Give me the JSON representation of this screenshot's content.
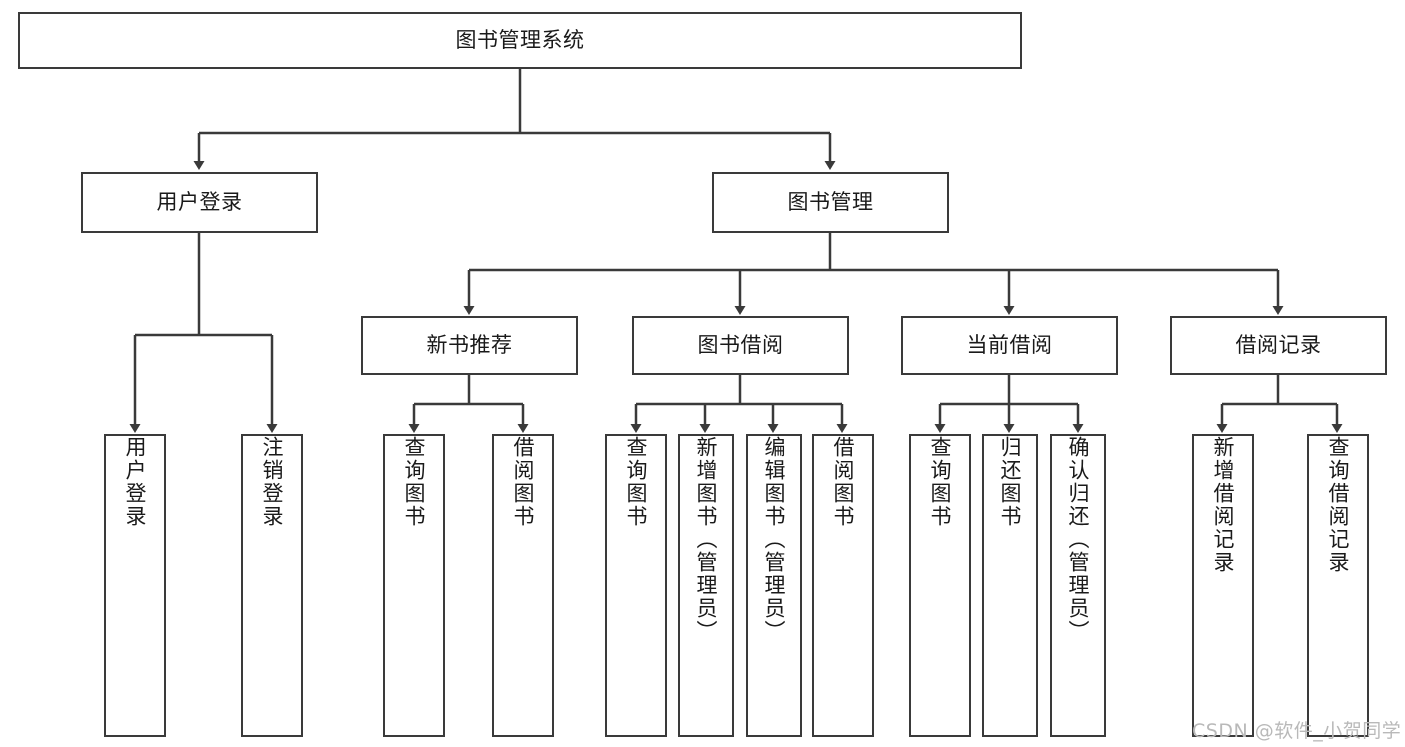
{
  "diagram": {
    "title": "图书管理系统",
    "type": "tree-hierarchy",
    "watermark": "CSDN @软件_小贺同学",
    "colors": {
      "background": "#ffffff",
      "box_border": "#3a3a3a",
      "box_fill": "#ffffff",
      "text": "#1a1a1a",
      "edge": "#3a3a3a",
      "watermark": "#b9b9b9"
    },
    "root": {
      "label": "图书管理系统"
    },
    "level2": [
      {
        "id": "user-login",
        "label": "用户登录"
      },
      {
        "id": "book-management",
        "label": "图书管理"
      }
    ],
    "level3": [
      {
        "id": "new-book-recommend",
        "label": "新书推荐"
      },
      {
        "id": "book-borrow",
        "label": "图书借阅"
      },
      {
        "id": "current-borrow",
        "label": "当前借阅"
      },
      {
        "id": "borrow-record",
        "label": "借阅记录"
      }
    ],
    "leaves": {
      "user-login": [
        {
          "id": "leaf-user-login",
          "label": "用户登录"
        },
        {
          "id": "leaf-user-logout",
          "label": "注销登录"
        }
      ],
      "new-book-recommend": [
        {
          "id": "leaf-query-book-1",
          "label": "查询图书"
        },
        {
          "id": "leaf-borrow-book-1",
          "label": "借阅图书"
        }
      ],
      "book-borrow": [
        {
          "id": "leaf-query-book-2",
          "label": "查询图书"
        },
        {
          "id": "leaf-add-book",
          "label": "新增图书（管理员）"
        },
        {
          "id": "leaf-edit-book",
          "label": "编辑图书（管理员）"
        },
        {
          "id": "leaf-borrow-book-2",
          "label": "借阅图书"
        }
      ],
      "current-borrow": [
        {
          "id": "leaf-query-book-3",
          "label": "查询图书"
        },
        {
          "id": "leaf-return-book",
          "label": "归还图书"
        },
        {
          "id": "leaf-confirm-return",
          "label": "确认归还（管理员）"
        }
      ],
      "borrow-record": [
        {
          "id": "leaf-add-record",
          "label": "新增借阅记录"
        },
        {
          "id": "leaf-query-record",
          "label": "查询借阅记录"
        }
      ]
    }
  }
}
